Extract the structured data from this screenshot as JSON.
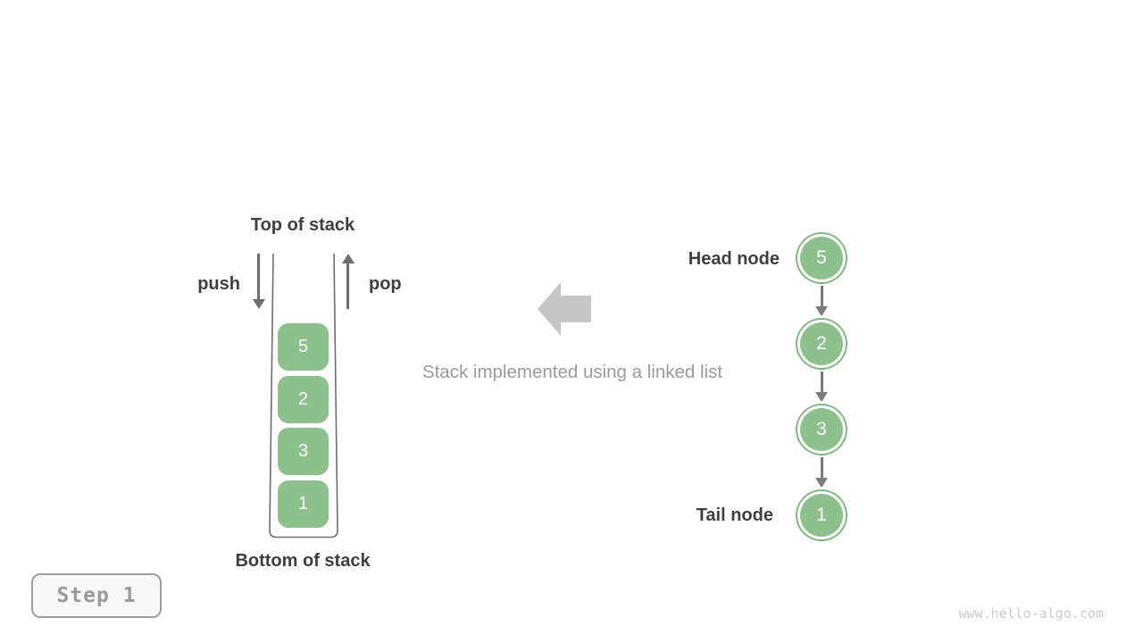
{
  "stack": {
    "top_label": "Top of stack",
    "bottom_label": "Bottom of stack",
    "push_label": "push",
    "pop_label": "pop",
    "values": [
      "5",
      "2",
      "3",
      "1"
    ]
  },
  "caption": "Stack implemented using a linked list",
  "linked_list": {
    "head_label": "Head node",
    "tail_label": "Tail node",
    "nodes": [
      "5",
      "2",
      "3",
      "1"
    ]
  },
  "step_badge": "Step 1",
  "watermark": "www.hello-algo.com",
  "colors": {
    "green": "#8cc18c",
    "node_ring": "#7fba7f",
    "dark_text": "#3f3f3f",
    "gray_text": "#9b9b9b",
    "arrow_gray": "#6f6f6f",
    "link_arrow": "#7a7a7a",
    "block_arrow": "#c6c6c6",
    "container_line": "#6f6f6f",
    "watermark_gray": "#cccccc"
  }
}
